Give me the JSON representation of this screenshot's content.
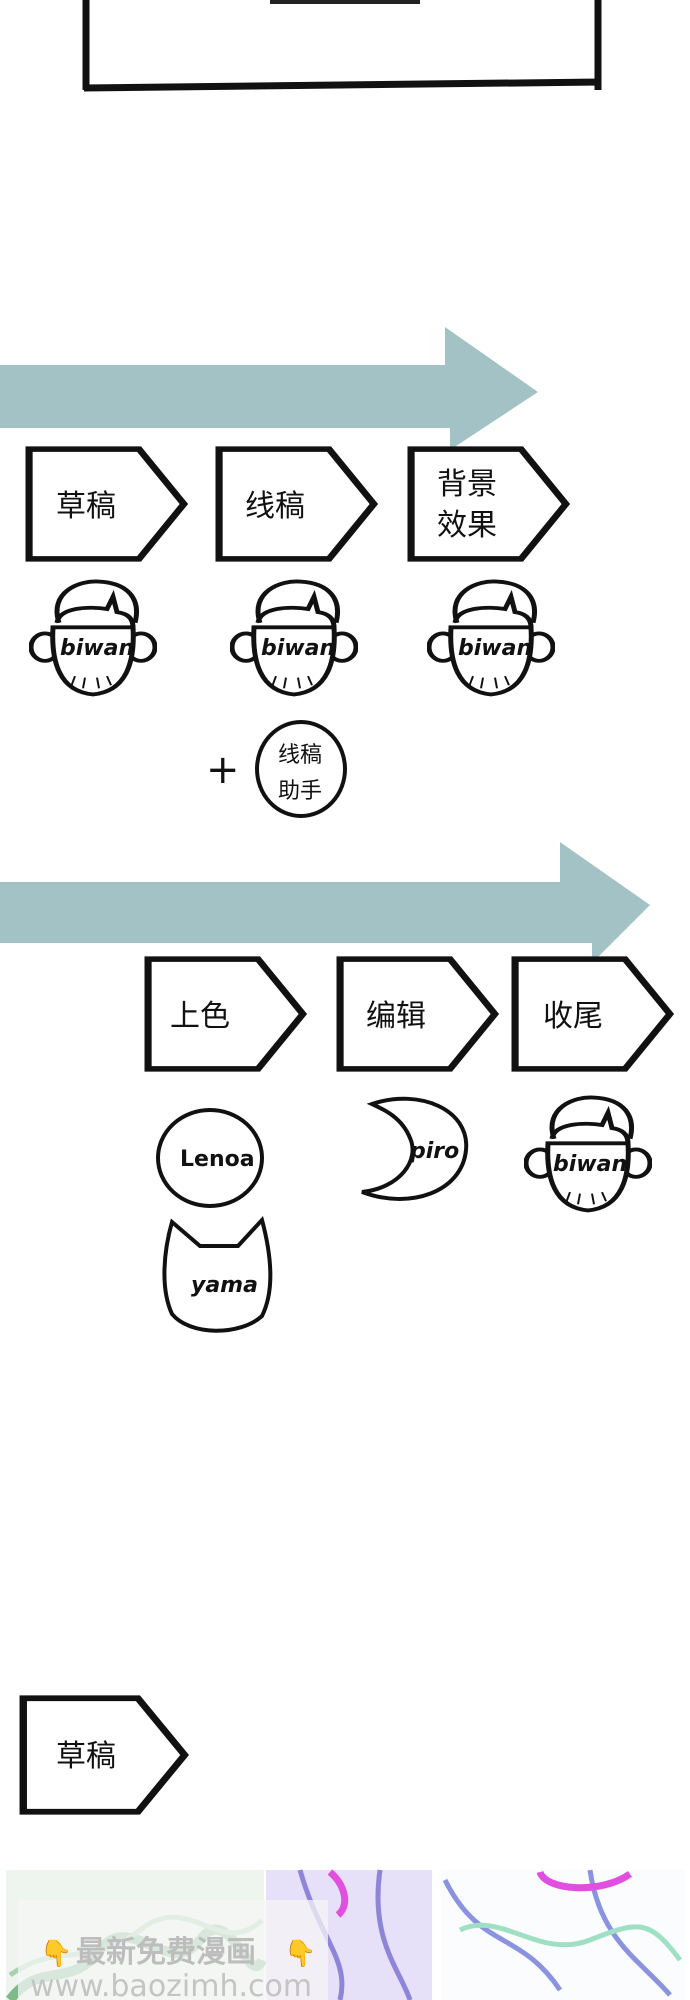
{
  "colors": {
    "arrow": "#a2c2c6",
    "ink": "#111111",
    "background": "#ffffff"
  },
  "row1": {
    "stages": [
      {
        "label": "草稿",
        "members": [
          "biwan"
        ]
      },
      {
        "label": "线稿",
        "members": [
          "biwan"
        ],
        "extra": {
          "plus": "+",
          "helper_line1": "线稿",
          "helper_line2": "助手"
        }
      },
      {
        "label_line1": "背景",
        "label_line2": "效果",
        "members": [
          "biwan"
        ]
      }
    ]
  },
  "row2": {
    "stages": [
      {
        "label": "上色",
        "members": [
          "Lenoa",
          "yama"
        ]
      },
      {
        "label": "编辑",
        "members": [
          "piro"
        ]
      },
      {
        "label": "收尾",
        "members": [
          "biwan"
        ]
      }
    ]
  },
  "bottom": {
    "stage_label": "草稿"
  },
  "watermark": {
    "line1": "最新免费漫画",
    "line2": "www.baozimh.com",
    "icon": "pointing-down-hand-icon"
  }
}
